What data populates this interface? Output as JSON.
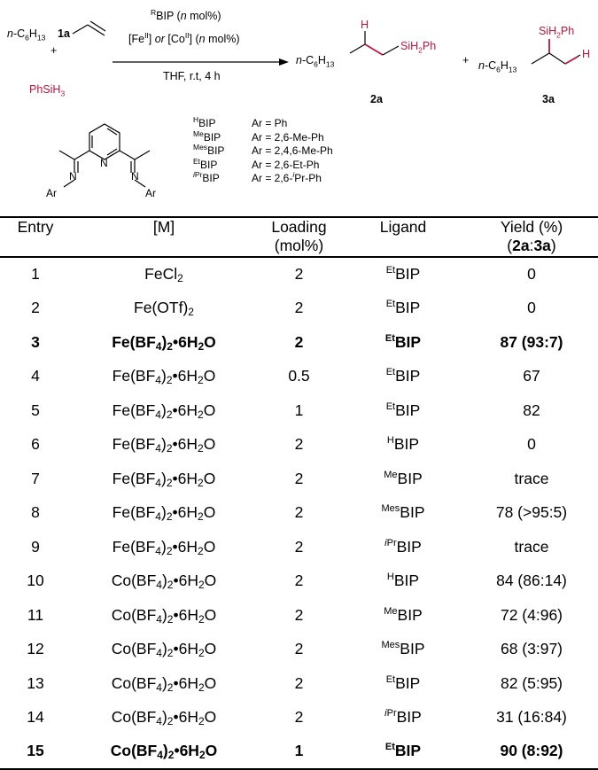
{
  "scheme": {
    "reactant_alkene": "n-C6H13",
    "reactant_label": "1a",
    "plus": "+",
    "silane": "PhSiH3",
    "cond_line1": "RBIP (n mol%)",
    "cond_line2": "[FeII] or [CoII] (n mol%)",
    "cond_line3": "THF, r.t, 4 h",
    "product_2a_chain": "n-C6H13",
    "product_2a_h": "H",
    "product_2a_si": "SiH2Ph",
    "product_2a_label": "2a",
    "product_3a_chain": "n-C6H13",
    "product_3a_si": "SiH2Ph",
    "product_3a_h": "H",
    "product_3a_label": "3a",
    "ligand_atoms": {
      "n_ring": "N",
      "n_left": "N",
      "n_right": "N",
      "ar_left": "Ar",
      "ar_right": "Ar"
    },
    "ligands": [
      {
        "name": "HBIP",
        "ar": "Ar = Ph"
      },
      {
        "name": "MeBIP",
        "ar": "Ar = 2,6-Me-Ph"
      },
      {
        "name": "MesBIP",
        "ar": "Ar = 2,4,6-Me-Ph"
      },
      {
        "name": "EtBIP",
        "ar": "Ar = 2,6-Et-Ph"
      },
      {
        "name": "iPrBIP",
        "ar": "Ar = 2,6-iPr-Ph"
      }
    ],
    "colors": {
      "red": "#c0143c",
      "black": "#000000"
    }
  },
  "table": {
    "headers": [
      "Entry",
      "[M]",
      "Loading (mol%)",
      "Ligand",
      "Yield (%) (2a:3a)"
    ],
    "rows": [
      {
        "entry": "1",
        "metal": "FeCl2",
        "loading": "2",
        "ligand": "EtBIP",
        "yield": "0",
        "bold": false
      },
      {
        "entry": "2",
        "metal": "Fe(OTf)2",
        "loading": "2",
        "ligand": "EtBIP",
        "yield": "0",
        "bold": false
      },
      {
        "entry": "3",
        "metal": "Fe(BF4)2•6H2O",
        "loading": "2",
        "ligand": "EtBIP",
        "yield": "87 (93:7)",
        "bold": true
      },
      {
        "entry": "4",
        "metal": "Fe(BF4)2•6H2O",
        "loading": "0.5",
        "ligand": "EtBIP",
        "yield": "67",
        "bold": false
      },
      {
        "entry": "5",
        "metal": "Fe(BF4)2•6H2O",
        "loading": "1",
        "ligand": "EtBIP",
        "yield": "82",
        "bold": false
      },
      {
        "entry": "6",
        "metal": "Fe(BF4)2•6H2O",
        "loading": "2",
        "ligand": "HBIP",
        "yield": "0",
        "bold": false
      },
      {
        "entry": "7",
        "metal": "Fe(BF4)2•6H2O",
        "loading": "2",
        "ligand": "MeBIP",
        "yield": "trace",
        "bold": false
      },
      {
        "entry": "8",
        "metal": "Fe(BF4)2•6H2O",
        "loading": "2",
        "ligand": "MesBIP",
        "yield": "78 (>95:5)",
        "bold": false
      },
      {
        "entry": "9",
        "metal": "Fe(BF4)2•6H2O",
        "loading": "2",
        "ligand": "iPrBIP",
        "yield": "trace",
        "bold": false
      },
      {
        "entry": "10",
        "metal": "Co(BF4)2•6H2O",
        "loading": "2",
        "ligand": "HBIP",
        "yield": "84 (86:14)",
        "bold": false
      },
      {
        "entry": "11",
        "metal": "Co(BF4)2•6H2O",
        "loading": "2",
        "ligand": "MeBIP",
        "yield": "72 (4:96)",
        "bold": false
      },
      {
        "entry": "12",
        "metal": "Co(BF4)2•6H2O",
        "loading": "2",
        "ligand": "MesBIP",
        "yield": "68 (3:97)",
        "bold": false
      },
      {
        "entry": "13",
        "metal": "Co(BF4)2•6H2O",
        "loading": "2",
        "ligand": "EtBIP",
        "yield": "82 (5:95)",
        "bold": false
      },
      {
        "entry": "14",
        "metal": "Co(BF4)2•6H2O",
        "loading": "2",
        "ligand": "iPrBIP",
        "yield": "31 (16:84)",
        "bold": false
      },
      {
        "entry": "15",
        "metal": "Co(BF4)2•6H2O",
        "loading": "1",
        "ligand": "EtBIP",
        "yield": "90 (8:92)",
        "bold": true
      }
    ]
  }
}
